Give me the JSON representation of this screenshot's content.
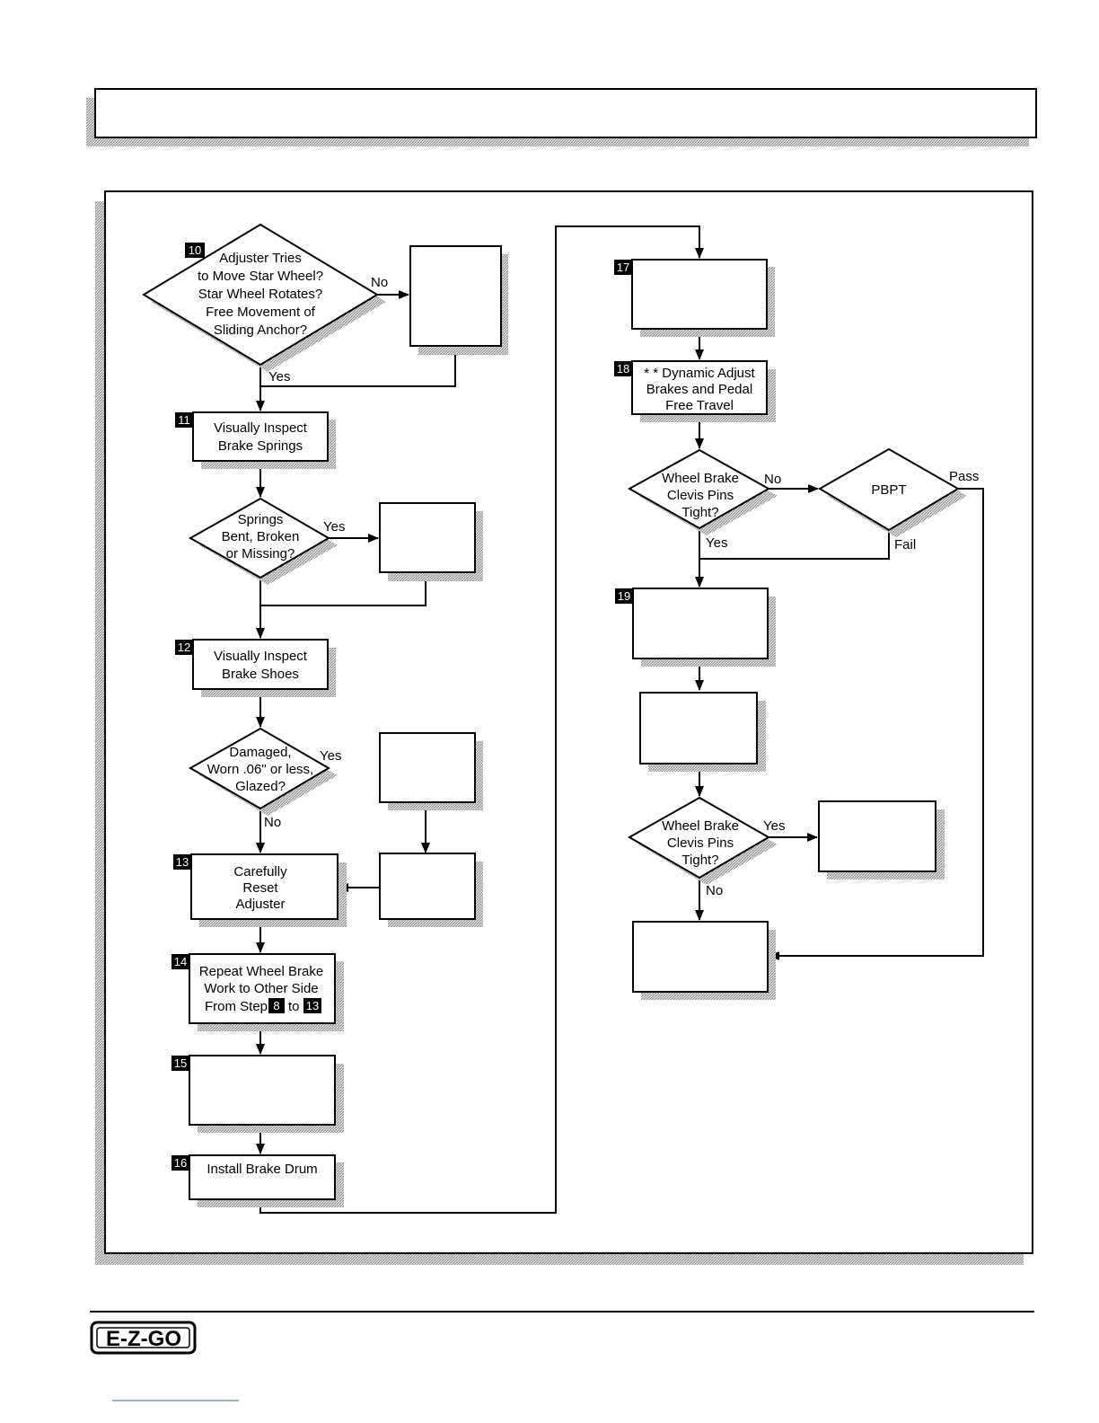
{
  "header": {
    "title": ""
  },
  "flowchart": {
    "step10": {
      "number": "10",
      "lines": [
        "Adjuster Tries",
        "to Move Star Wheel?",
        "Star Wheel Rotates?",
        "Free Movement of",
        "Sliding Anchor?"
      ]
    },
    "step11": {
      "number": "11",
      "lines": [
        "Visually Inspect",
        "Brake Springs"
      ]
    },
    "springs_q": {
      "lines": [
        "Springs",
        "Bent, Broken",
        "or Missing?"
      ]
    },
    "step12": {
      "number": "12",
      "lines": [
        "Visually Inspect",
        "Brake Shoes"
      ]
    },
    "shoes_q": {
      "lines": [
        "Damaged,",
        "Worn .06\" or less,",
        "Glazed?"
      ]
    },
    "step13": {
      "number": "13",
      "lines": [
        "Carefully",
        "Reset",
        "Adjuster"
      ]
    },
    "step14": {
      "number": "14",
      "lines": [
        "Repeat Wheel Brake",
        "Work to Other Side"
      ],
      "from_step": "From Step",
      "ref_a": "8",
      "to": "to",
      "ref_b": "13"
    },
    "step15": {
      "number": "15"
    },
    "step16": {
      "number": "16",
      "lines": [
        "Install Brake Drum"
      ]
    },
    "step17": {
      "number": "17"
    },
    "step18": {
      "number": "18",
      "lines": [
        "* * Dynamic Adjust",
        "Brakes and Pedal",
        "Free Travel"
      ]
    },
    "clevis_q1": {
      "lines": [
        "Wheel Brake",
        "Clevis Pins",
        "Tight?"
      ]
    },
    "pbpt": {
      "lines": [
        "PBPT"
      ]
    },
    "step19": {
      "number": "19"
    },
    "clevis_q2": {
      "lines": [
        "Wheel Brake",
        "Clevis Pins",
        "Tight?"
      ]
    },
    "labels": {
      "no": "No",
      "yes": "Yes",
      "pass": "Pass",
      "fail": "Fail"
    }
  },
  "footer": {
    "logo": "E-Z-GO"
  }
}
